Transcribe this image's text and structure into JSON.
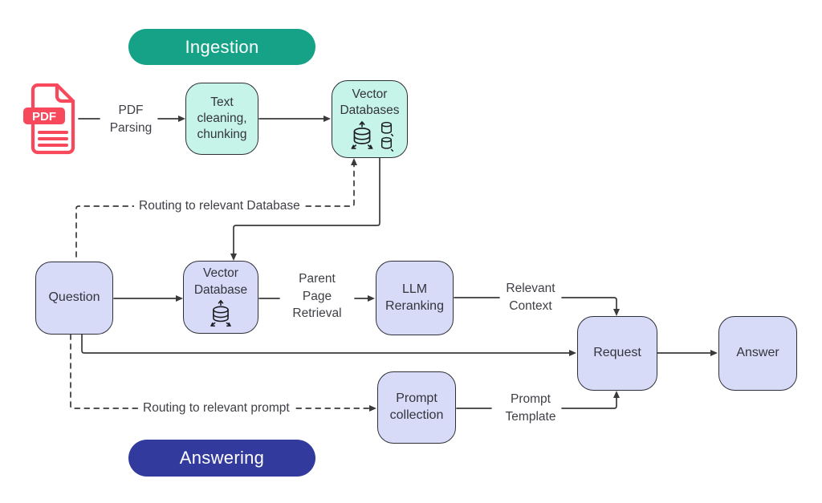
{
  "diagram": {
    "stage_badges": {
      "ingestion": "Ingestion",
      "answering": "Answering"
    },
    "nodes": {
      "pdf_file": {
        "badge_text": "PDF"
      },
      "text_cleaning": {
        "label": "Text\ncleaning,\nchunking"
      },
      "vector_databases": {
        "label": "Vector\nDatabases"
      },
      "question": {
        "label": "Question"
      },
      "vector_database": {
        "label": "Vector\nDatabase"
      },
      "llm_reranking": {
        "label": "LLM\nReranking"
      },
      "request": {
        "label": "Request"
      },
      "answer": {
        "label": "Answer"
      },
      "prompt_collection": {
        "label": "Prompt\ncollection"
      }
    },
    "edge_labels": {
      "pdf_parsing": "PDF\nParsing",
      "routing_database": "Routing to relevant Database",
      "parent_page_retrieval": "Parent\nPage\nRetrieval",
      "relevant_context": "Relevant\nContext",
      "routing_prompt": "Routing to relevant prompt",
      "prompt_template": "Prompt\nTemplate"
    },
    "icons": {
      "pdf": "pdf-file-icon",
      "database": "database-icon"
    },
    "colors": {
      "mint_fill": "#c6f4e9",
      "lavender_fill": "#d8dbf8",
      "teal_badge": "#16a287",
      "indigo_badge": "#333a9e",
      "node_border": "#2e3038",
      "connector": "#3a3a3a",
      "label_text": "#3f4046",
      "pdf_red": "#f8495c"
    }
  }
}
